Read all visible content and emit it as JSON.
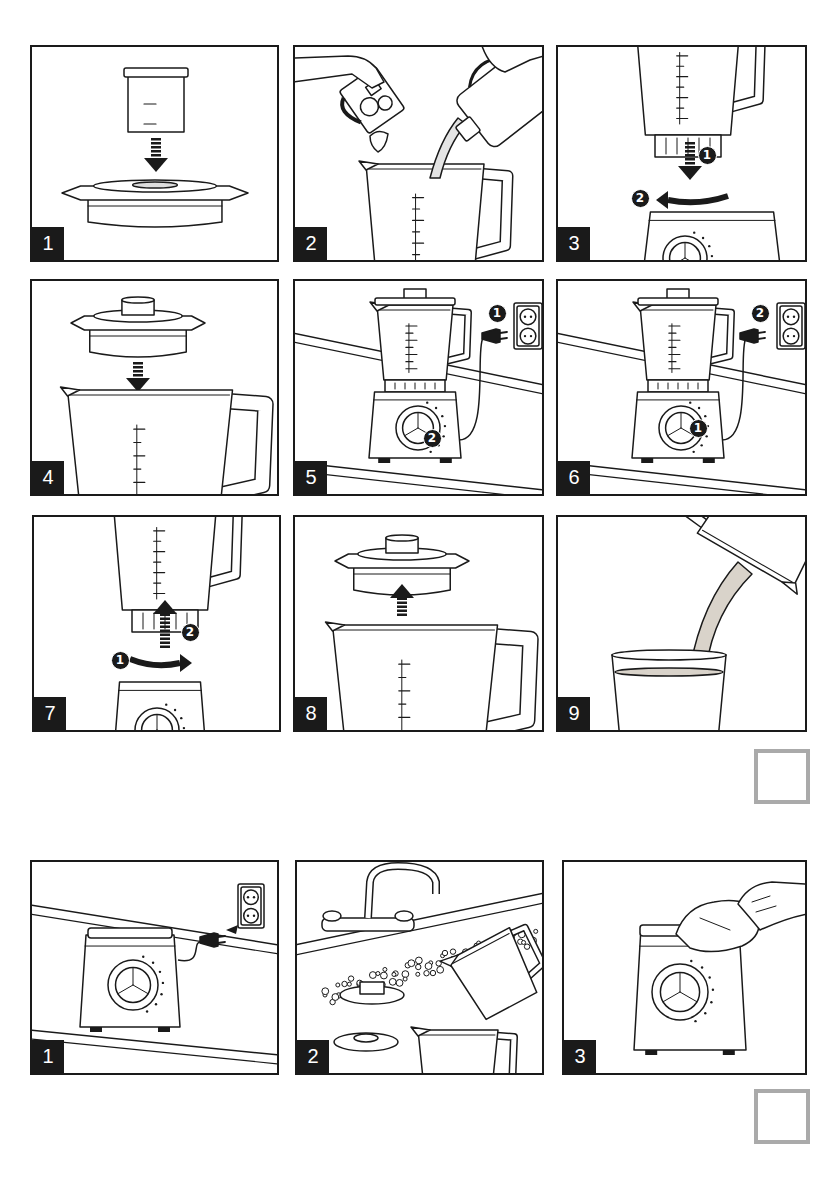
{
  "diagram": {
    "nodes": [
      {
        "text": [
          "1"
        ]
      },
      {
        "text": [
          "2"
        ]
      },
      {
        "text": [
          "3"
        ]
      },
      {
        "text": [
          "4"
        ]
      },
      {
        "text": [
          "5"
        ]
      },
      {
        "text": [
          "6"
        ]
      },
      {
        "text": [
          "7"
        ]
      },
      {
        "text": [
          "8"
        ]
      },
      {
        "text": [
          "9"
        ]
      },
      {
        "text": [
          "1"
        ]
      },
      {
        "text": [
          "2"
        ]
      },
      {
        "text": [
          "3"
        ]
      }
    ],
    "labels": [
      "1",
      "2",
      "1",
      "2",
      "2",
      "1",
      "2",
      "1"
    ]
  }
}
